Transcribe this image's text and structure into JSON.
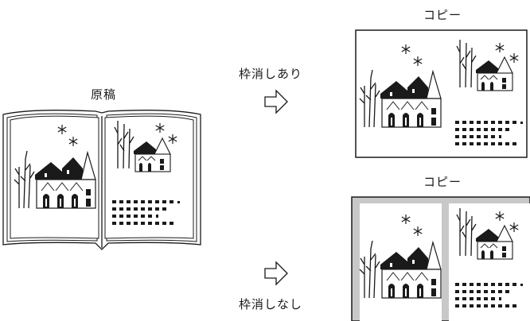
{
  "labels": {
    "original": "原稿",
    "with_erase": "枠消しあり",
    "without_erase": "枠消しなし",
    "copy_top": "コピー",
    "copy_bottom": "コピー"
  },
  "icons": {
    "arrow": "hollow-right-arrow-icon",
    "snow": "asterisk-icon",
    "house": "church-house-icon",
    "trees": "bare-tree-icon"
  },
  "colors": {
    "ink": "#1a1a1a",
    "border_shadow": "#c8c8c8",
    "page": "#ffffff"
  }
}
